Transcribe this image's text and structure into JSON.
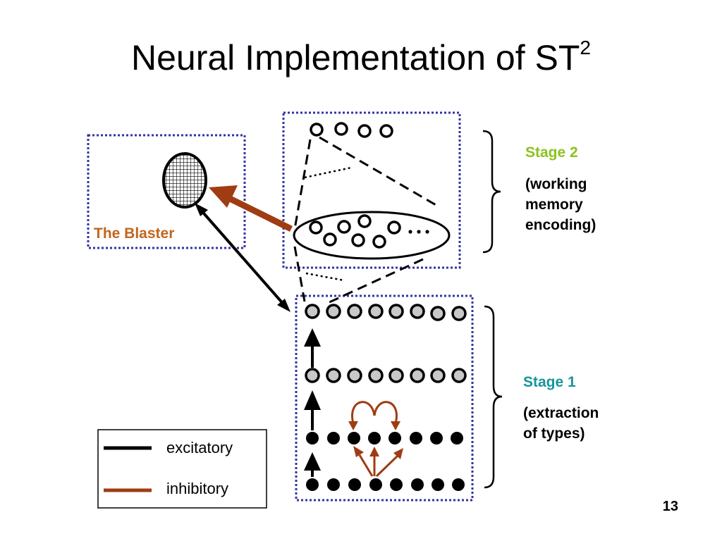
{
  "title": {
    "main": "Neural Implementation of ST",
    "sup": "2"
  },
  "stage2": {
    "label": "Stage 2",
    "description": "(working\nmemory\nencoding)"
  },
  "stage1": {
    "label": "Stage 1",
    "description": "(extraction\nof types)"
  },
  "blaster": {
    "label": "The Blaster"
  },
  "legend": {
    "items": [
      {
        "label": "excitatory",
        "color": "#000000"
      },
      {
        "label": "inhibitory",
        "color": "#a03c12"
      }
    ]
  },
  "page_number": "13",
  "colors": {
    "stage2_label": "#8cc21f",
    "stage1_label": "#16959b",
    "blaster_label": "#c0661e",
    "box_border": "#3333a0",
    "inhibitory": "#a03c12",
    "node_gray": "#c8c8c8"
  }
}
